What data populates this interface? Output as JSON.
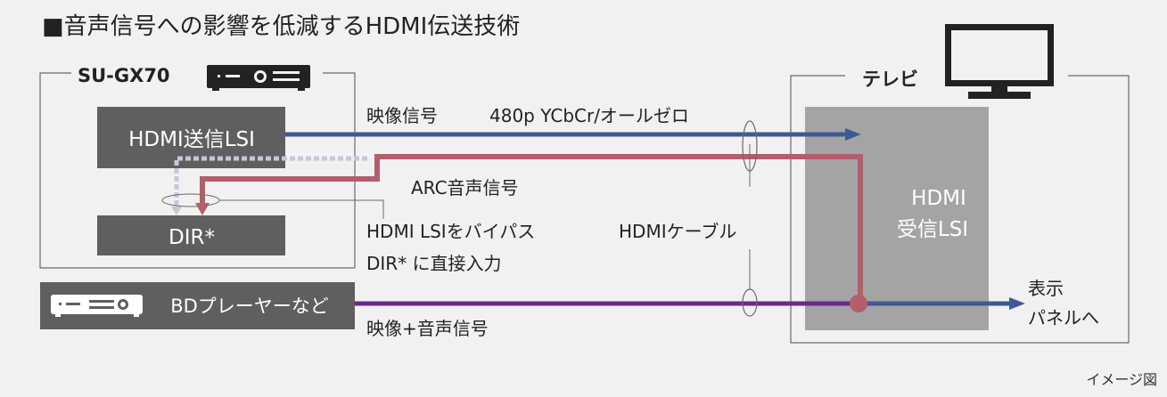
{
  "title": "■音声信号への影響を低減するHDMI伝送技術",
  "source_device": {
    "label": "SU-GX70",
    "hdmi_tx_label": "HDMI送信LSI",
    "dir_label": "DIR*"
  },
  "tv": {
    "label": "テレビ",
    "hdmi_rx_label_line1": "HDMI",
    "hdmi_rx_label_line2": "受信LSI",
    "display_label_line1": "表示",
    "display_label_line2": "パネルへ"
  },
  "player": {
    "label": "BDプレーヤーなど"
  },
  "signals": {
    "video_label": "映像信号",
    "video_format": "480p YCbCr/オールゼロ",
    "arc_label": "ARC音声信号",
    "bypass_line1": "HDMI LSIをバイパス",
    "bypass_line2": "DIR* に直接入力",
    "cable_label": "HDMIケーブル",
    "av_label": "映像+音声信号"
  },
  "footnote": "イメージ図",
  "colors": {
    "background": "#f1f1f1",
    "box_dark": "#5f5f5f",
    "box_light": "#a4a4a4",
    "video_blue": "#3f5a93",
    "arc_red": "#b35e6b",
    "av_purple": "#6a2a8a",
    "dashed_gray": "#c3c9d6",
    "border": "#6a6a6a"
  },
  "icons": [
    "amplifier-icon",
    "tv-icon",
    "player-icon"
  ]
}
